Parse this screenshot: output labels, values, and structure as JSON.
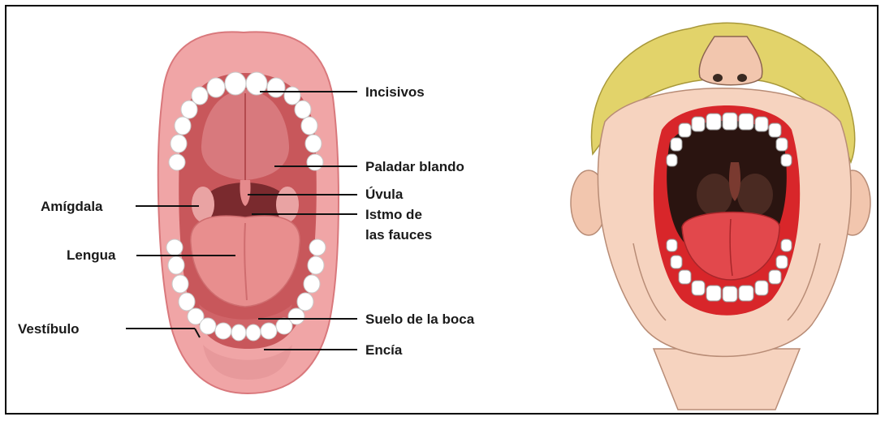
{
  "labels": {
    "incisivos": "Incisivos",
    "paladar_blando": "Paladar blando",
    "uvula": "Úvula",
    "istmo_line1": "Istmo de",
    "istmo_line2": "las fauces",
    "amigdala": "Amígdala",
    "lengua": "Lengua",
    "vestibulo": "Vestíbulo",
    "suelo_boca": "Suelo de la boca",
    "encia": "Encía"
  },
  "colors": {
    "lip": "#f0a5a6",
    "lip_dark": "#d9787c",
    "palate": "#c8575b",
    "throat": "#7a2a2e",
    "tongue": "#e88e8e",
    "teeth": "#ffffff",
    "skin": "#f6d3bf",
    "hair": "#e2d36a",
    "mouth_dark": "#2a1410",
    "gum_red": "#d8262a",
    "cartoon_tongue": "#e2484c"
  },
  "images": {
    "left": "anatomical-open-mouth",
    "right": "cartoon-boy-open-mouth"
  }
}
